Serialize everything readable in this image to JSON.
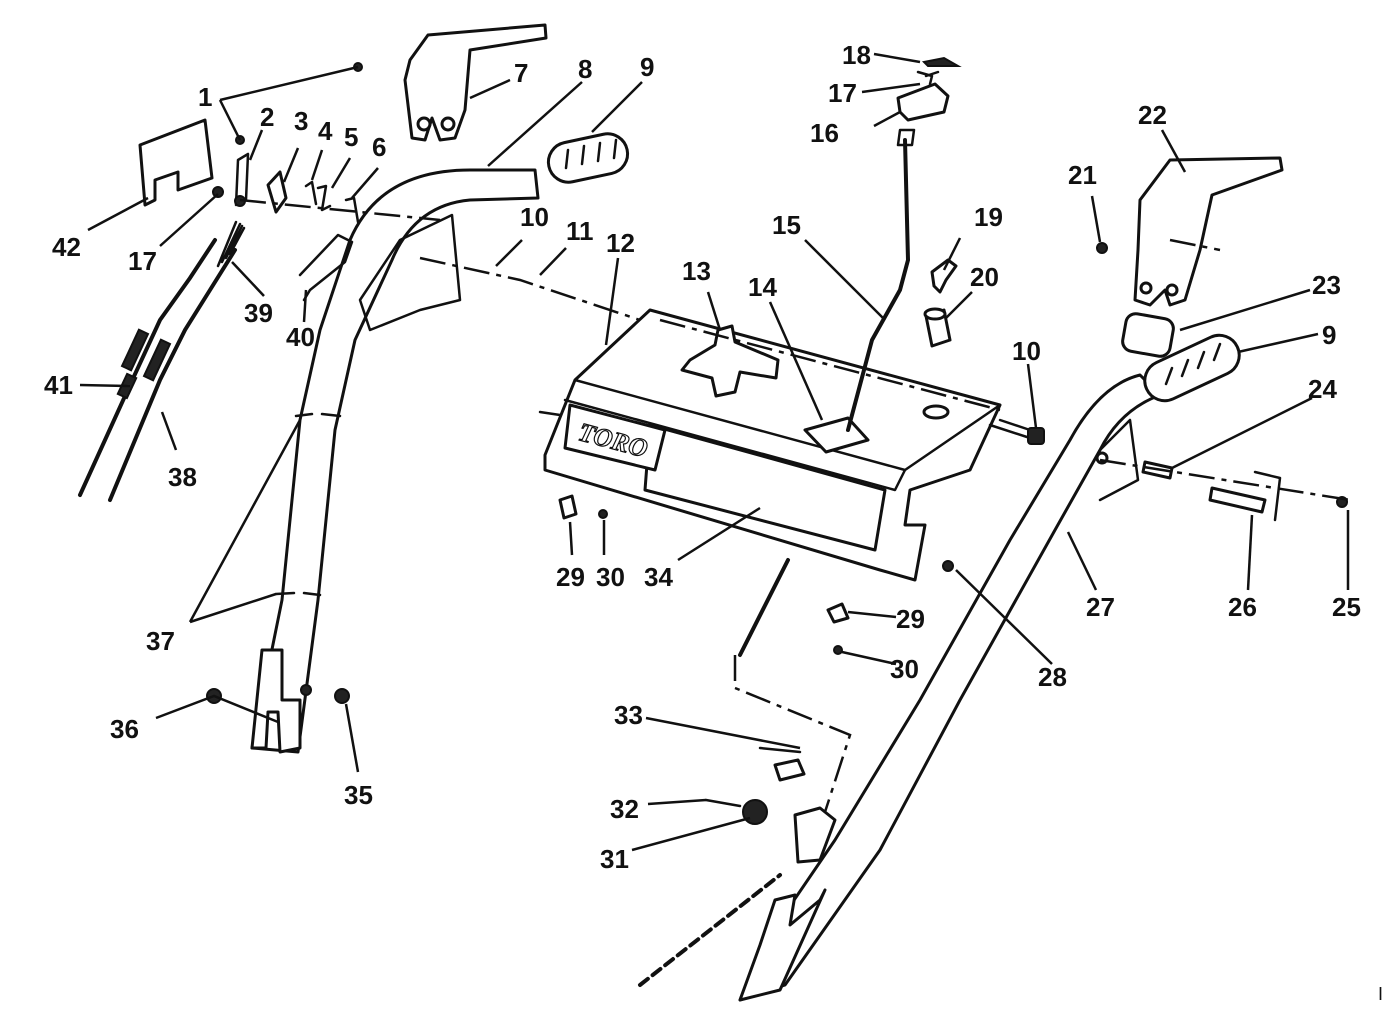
{
  "brand": {
    "logo_text": "TORO"
  },
  "callouts": [
    {
      "id": "c1",
      "label": "1"
    },
    {
      "id": "c2",
      "label": "2"
    },
    {
      "id": "c3",
      "label": "3"
    },
    {
      "id": "c4",
      "label": "4"
    },
    {
      "id": "c5",
      "label": "5"
    },
    {
      "id": "c6",
      "label": "6"
    },
    {
      "id": "c7",
      "label": "7"
    },
    {
      "id": "c8",
      "label": "8"
    },
    {
      "id": "c9a",
      "label": "9"
    },
    {
      "id": "c9b",
      "label": "9"
    },
    {
      "id": "c10a",
      "label": "10"
    },
    {
      "id": "c10b",
      "label": "10"
    },
    {
      "id": "c11",
      "label": "11"
    },
    {
      "id": "c12",
      "label": "12"
    },
    {
      "id": "c13",
      "label": "13"
    },
    {
      "id": "c14",
      "label": "14"
    },
    {
      "id": "c15",
      "label": "15"
    },
    {
      "id": "c16",
      "label": "16"
    },
    {
      "id": "c17a",
      "label": "17"
    },
    {
      "id": "c17b",
      "label": "17"
    },
    {
      "id": "c18",
      "label": "18"
    },
    {
      "id": "c19",
      "label": "19"
    },
    {
      "id": "c20",
      "label": "20"
    },
    {
      "id": "c21",
      "label": "21"
    },
    {
      "id": "c22",
      "label": "22"
    },
    {
      "id": "c23",
      "label": "23"
    },
    {
      "id": "c24",
      "label": "24"
    },
    {
      "id": "c25",
      "label": "25"
    },
    {
      "id": "c26",
      "label": "26"
    },
    {
      "id": "c27",
      "label": "27"
    },
    {
      "id": "c28",
      "label": "28"
    },
    {
      "id": "c29a",
      "label": "29"
    },
    {
      "id": "c29b",
      "label": "29"
    },
    {
      "id": "c30a",
      "label": "30"
    },
    {
      "id": "c30b",
      "label": "30"
    },
    {
      "id": "c31",
      "label": "31"
    },
    {
      "id": "c32",
      "label": "32"
    },
    {
      "id": "c33",
      "label": "33"
    },
    {
      "id": "c34",
      "label": "34"
    },
    {
      "id": "c35",
      "label": "35"
    },
    {
      "id": "c36",
      "label": "36"
    },
    {
      "id": "c37",
      "label": "37"
    },
    {
      "id": "c38",
      "label": "38"
    },
    {
      "id": "c39",
      "label": "39"
    },
    {
      "id": "c40",
      "label": "40"
    },
    {
      "id": "c41",
      "label": "41"
    },
    {
      "id": "c42",
      "label": "42"
    }
  ],
  "corner_mark": "I"
}
